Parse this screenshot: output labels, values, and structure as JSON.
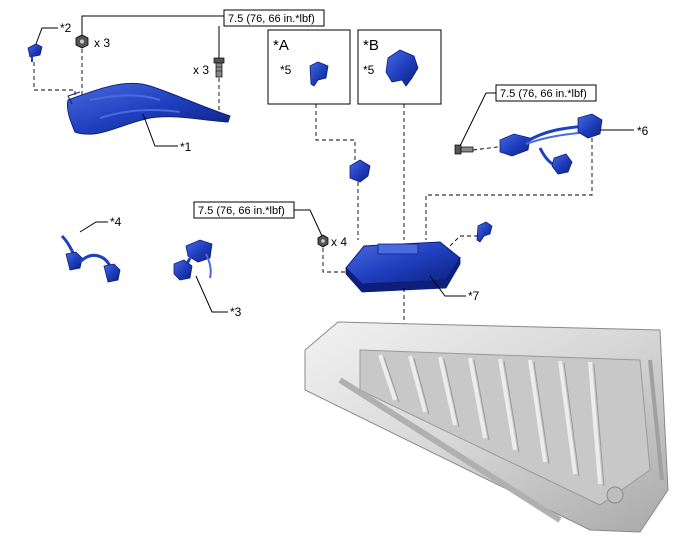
{
  "colors": {
    "part_blue": "#1f3fbf",
    "part_blue_dark": "#0d1f7a",
    "part_blue_light": "#4a6ae0",
    "battery_gray": "#d9d9d9",
    "line": "#000000"
  },
  "callouts": {
    "c1": "*1",
    "c2": "*2",
    "c3": "*3",
    "c4": "*4",
    "c5a": "*5",
    "c5b": "*5",
    "c6": "*6",
    "c7": "*7"
  },
  "frames": {
    "a": {
      "label": "*A"
    },
    "b": {
      "label": "*B"
    }
  },
  "torques": {
    "t1": "7.5 (76, 66 in.*lbf)",
    "t2": "7.5 (76, 66 in.*lbf)",
    "t3": "7.5 (76, 66 in.*lbf)"
  },
  "quantities": {
    "nut_top": "x 3",
    "bolt_top": "x 3",
    "nut_ecu": "x 4"
  },
  "icons": {
    "nut": "hex-nut-icon",
    "bolt": "bolt-icon"
  }
}
